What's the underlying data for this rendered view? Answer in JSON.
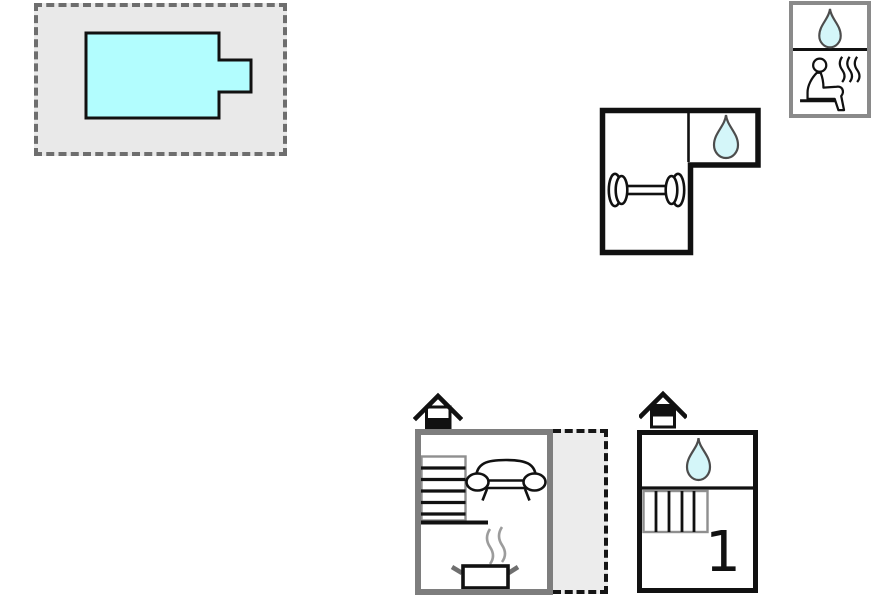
{
  "colors": {
    "pool_fill": "#b2fdfe",
    "drop_fill": "#d4f6f9",
    "pool_area_fill": "#e9e9e9",
    "terrace_fill": "#ececec",
    "wall_gray": "#7e7e7e",
    "frame_gray": "#8a8a8a",
    "dash_gray": "#6e6e6e",
    "ink": "#111111"
  },
  "areas": {
    "pool_terrace": {
      "icons": [
        "swimming-pool"
      ]
    },
    "wellness_cabin": {
      "icons": [
        "water-drop",
        "sauna"
      ]
    },
    "fitness_room": {
      "icons": [
        "dumbbell"
      ]
    },
    "fitness_bathroom": {
      "icons": [
        "water-drop"
      ]
    },
    "living_kitchen": {
      "floor_indicator": "ground-floor",
      "icons": [
        "staircase",
        "sofa",
        "cooking-pot"
      ]
    },
    "terrace": {
      "icons": []
    },
    "bedroom": {
      "floor_indicator": "upper-floor",
      "count_label": "1",
      "icons": [
        "water-drop",
        "staircase"
      ]
    }
  }
}
